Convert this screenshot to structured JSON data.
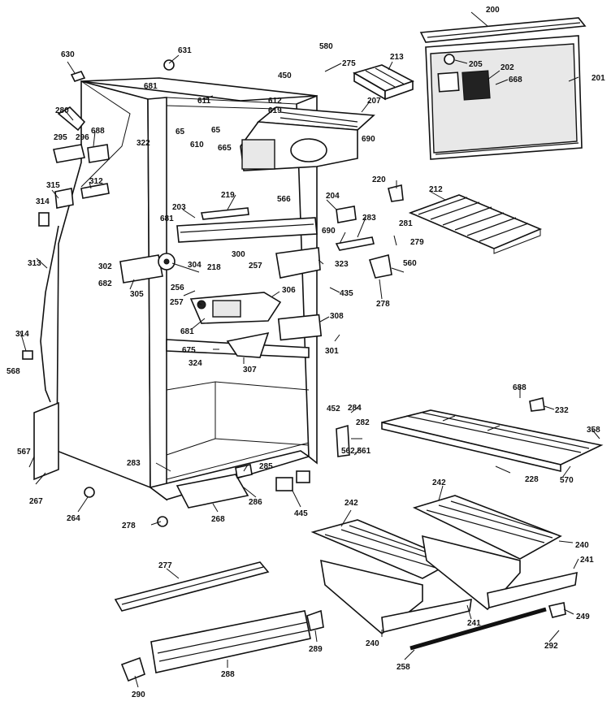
{
  "callouts": [
    {
      "id": "c200",
      "label": "200"
    },
    {
      "id": "c201",
      "label": "201"
    },
    {
      "id": "c202",
      "label": "202"
    },
    {
      "id": "c205",
      "label": "205"
    },
    {
      "id": "c668a",
      "label": "668"
    },
    {
      "id": "c213",
      "label": "213"
    },
    {
      "id": "c275",
      "label": "275"
    },
    {
      "id": "c450",
      "label": "450"
    },
    {
      "id": "c580",
      "label": "580"
    },
    {
      "id": "c630",
      "label": "630"
    },
    {
      "id": "c631",
      "label": "631"
    },
    {
      "id": "c681a",
      "label": "681"
    },
    {
      "id": "c611",
      "label": "611"
    },
    {
      "id": "c612",
      "label": "612"
    },
    {
      "id": "c619",
      "label": "619"
    },
    {
      "id": "c207",
      "label": "207"
    },
    {
      "id": "c280",
      "label": "280"
    },
    {
      "id": "c688b",
      "label": "688"
    },
    {
      "id": "c295",
      "label": "295"
    },
    {
      "id": "c296",
      "label": "296"
    },
    {
      "id": "c65a",
      "label": "65"
    },
    {
      "id": "c610",
      "label": "610"
    },
    {
      "id": "c65b",
      "label": "65"
    },
    {
      "id": "c665",
      "label": "665"
    },
    {
      "id": "c690a",
      "label": "690"
    },
    {
      "id": "c322",
      "label": "322"
    },
    {
      "id": "c220",
      "label": "220"
    },
    {
      "id": "c212",
      "label": "212"
    },
    {
      "id": "c315",
      "label": "315"
    },
    {
      "id": "c312",
      "label": "312"
    },
    {
      "id": "c314a",
      "label": "314"
    },
    {
      "id": "c219",
      "label": "219"
    },
    {
      "id": "c566",
      "label": "566"
    },
    {
      "id": "c204",
      "label": "204"
    },
    {
      "id": "c203",
      "label": "203"
    },
    {
      "id": "c283a",
      "label": "283"
    },
    {
      "id": "c281",
      "label": "281"
    },
    {
      "id": "c279",
      "label": "279"
    },
    {
      "id": "c681b",
      "label": "681"
    },
    {
      "id": "c690b",
      "label": "690"
    },
    {
      "id": "c300",
      "label": "300"
    },
    {
      "id": "c323",
      "label": "323"
    },
    {
      "id": "c560",
      "label": "560"
    },
    {
      "id": "c313",
      "label": "313"
    },
    {
      "id": "c302",
      "label": "302"
    },
    {
      "id": "c304",
      "label": "304"
    },
    {
      "id": "c218",
      "label": "218"
    },
    {
      "id": "c257a",
      "label": "257"
    },
    {
      "id": "c682",
      "label": "682"
    },
    {
      "id": "c305",
      "label": "305"
    },
    {
      "id": "c256",
      "label": "256"
    },
    {
      "id": "c306",
      "label": "306"
    },
    {
      "id": "c435",
      "label": "435"
    },
    {
      "id": "c278a",
      "label": "278"
    },
    {
      "id": "c257b",
      "label": "257"
    },
    {
      "id": "c308",
      "label": "308"
    },
    {
      "id": "c681c",
      "label": "681"
    },
    {
      "id": "c314b",
      "label": "314"
    },
    {
      "id": "c301",
      "label": "301"
    },
    {
      "id": "c568",
      "label": "568"
    },
    {
      "id": "c675",
      "label": "675"
    },
    {
      "id": "c324",
      "label": "324"
    },
    {
      "id": "c307",
      "label": "307"
    },
    {
      "id": "c688c",
      "label": "688"
    },
    {
      "id": "c232",
      "label": "232"
    },
    {
      "id": "c452",
      "label": "452"
    },
    {
      "id": "c284",
      "label": "284"
    },
    {
      "id": "c282",
      "label": "282"
    },
    {
      "id": "c358",
      "label": "358"
    },
    {
      "id": "c567",
      "label": "567"
    },
    {
      "id": "c562",
      "label": "562,561"
    },
    {
      "id": "c228",
      "label": "228"
    },
    {
      "id": "c570",
      "label": "570"
    },
    {
      "id": "c283b",
      "label": "283"
    },
    {
      "id": "c285",
      "label": "285"
    },
    {
      "id": "c267",
      "label": "267"
    },
    {
      "id": "c264",
      "label": "264"
    },
    {
      "id": "c286",
      "label": "286"
    },
    {
      "id": "c445",
      "label": "445"
    },
    {
      "id": "c268",
      "label": "268"
    },
    {
      "id": "c242a",
      "label": "242"
    },
    {
      "id": "c242b",
      "label": "242"
    },
    {
      "id": "c278b",
      "label": "278"
    },
    {
      "id": "c240a",
      "label": "240"
    },
    {
      "id": "c241a",
      "label": "241"
    },
    {
      "id": "c277",
      "label": "277"
    },
    {
      "id": "c240b",
      "label": "240"
    },
    {
      "id": "c241b",
      "label": "241"
    },
    {
      "id": "c249",
      "label": "249"
    },
    {
      "id": "c292",
      "label": "292"
    },
    {
      "id": "c289",
      "label": "289"
    },
    {
      "id": "c258",
      "label": "258"
    },
    {
      "id": "c288",
      "label": "288"
    },
    {
      "id": "c290",
      "label": "290"
    }
  ]
}
